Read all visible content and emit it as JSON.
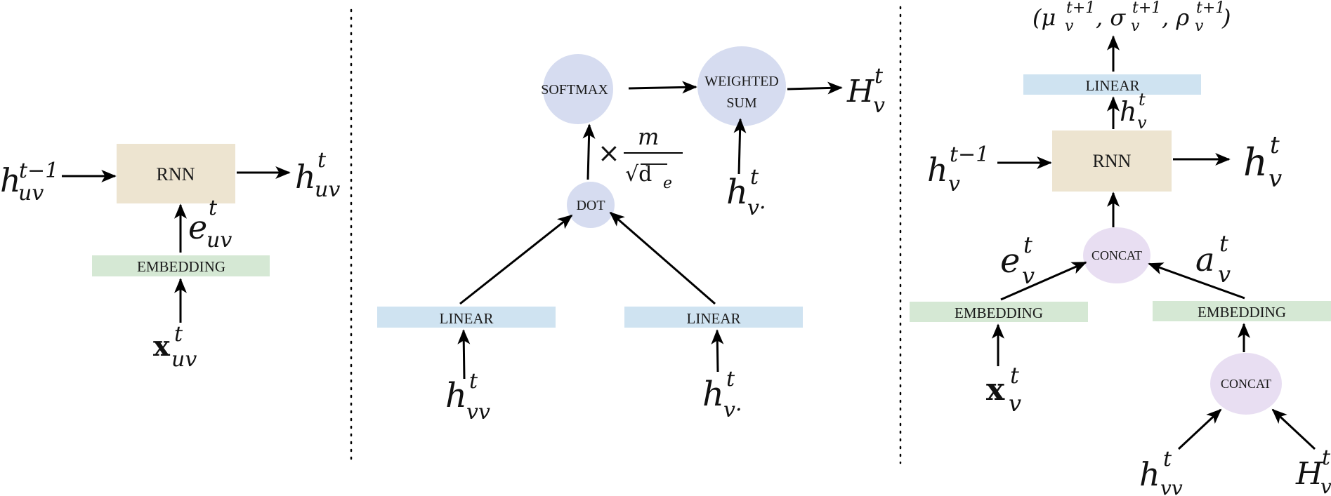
{
  "labels": {
    "rnn": "RNN",
    "embedding": "EMBEDDING",
    "linear": "LINEAR",
    "dot": "DOT",
    "softmax": "SOFTMAX",
    "weighted_line1": "WEIGHTED",
    "weighted_line2": "SUM",
    "concat": "CONCAT"
  },
  "math": {
    "h": "h",
    "e": "e",
    "a": "a",
    "x": "x",
    "H": "H",
    "t": "t",
    "t_minus_1": "t−1",
    "sub_uv": "uv",
    "sub_vv": "vv",
    "sub_v": "v",
    "sub_vdot": "v·",
    "times": "×",
    "m": "m",
    "sqrt_de": "√d",
    "sub_e": "e",
    "output_tuple": "(μ",
    "output_sig": ", σ",
    "output_rho": ", ρ",
    "output_close": ")",
    "t_plus_1": "t+1"
  },
  "colors": {
    "rnn": "#ede4d0",
    "embedding": "#d5e8d4",
    "linear": "#cfe3f1",
    "blue_ellipse": "#d6dcf0",
    "purple_ellipse": "#e8def2",
    "divider": "#000000"
  }
}
